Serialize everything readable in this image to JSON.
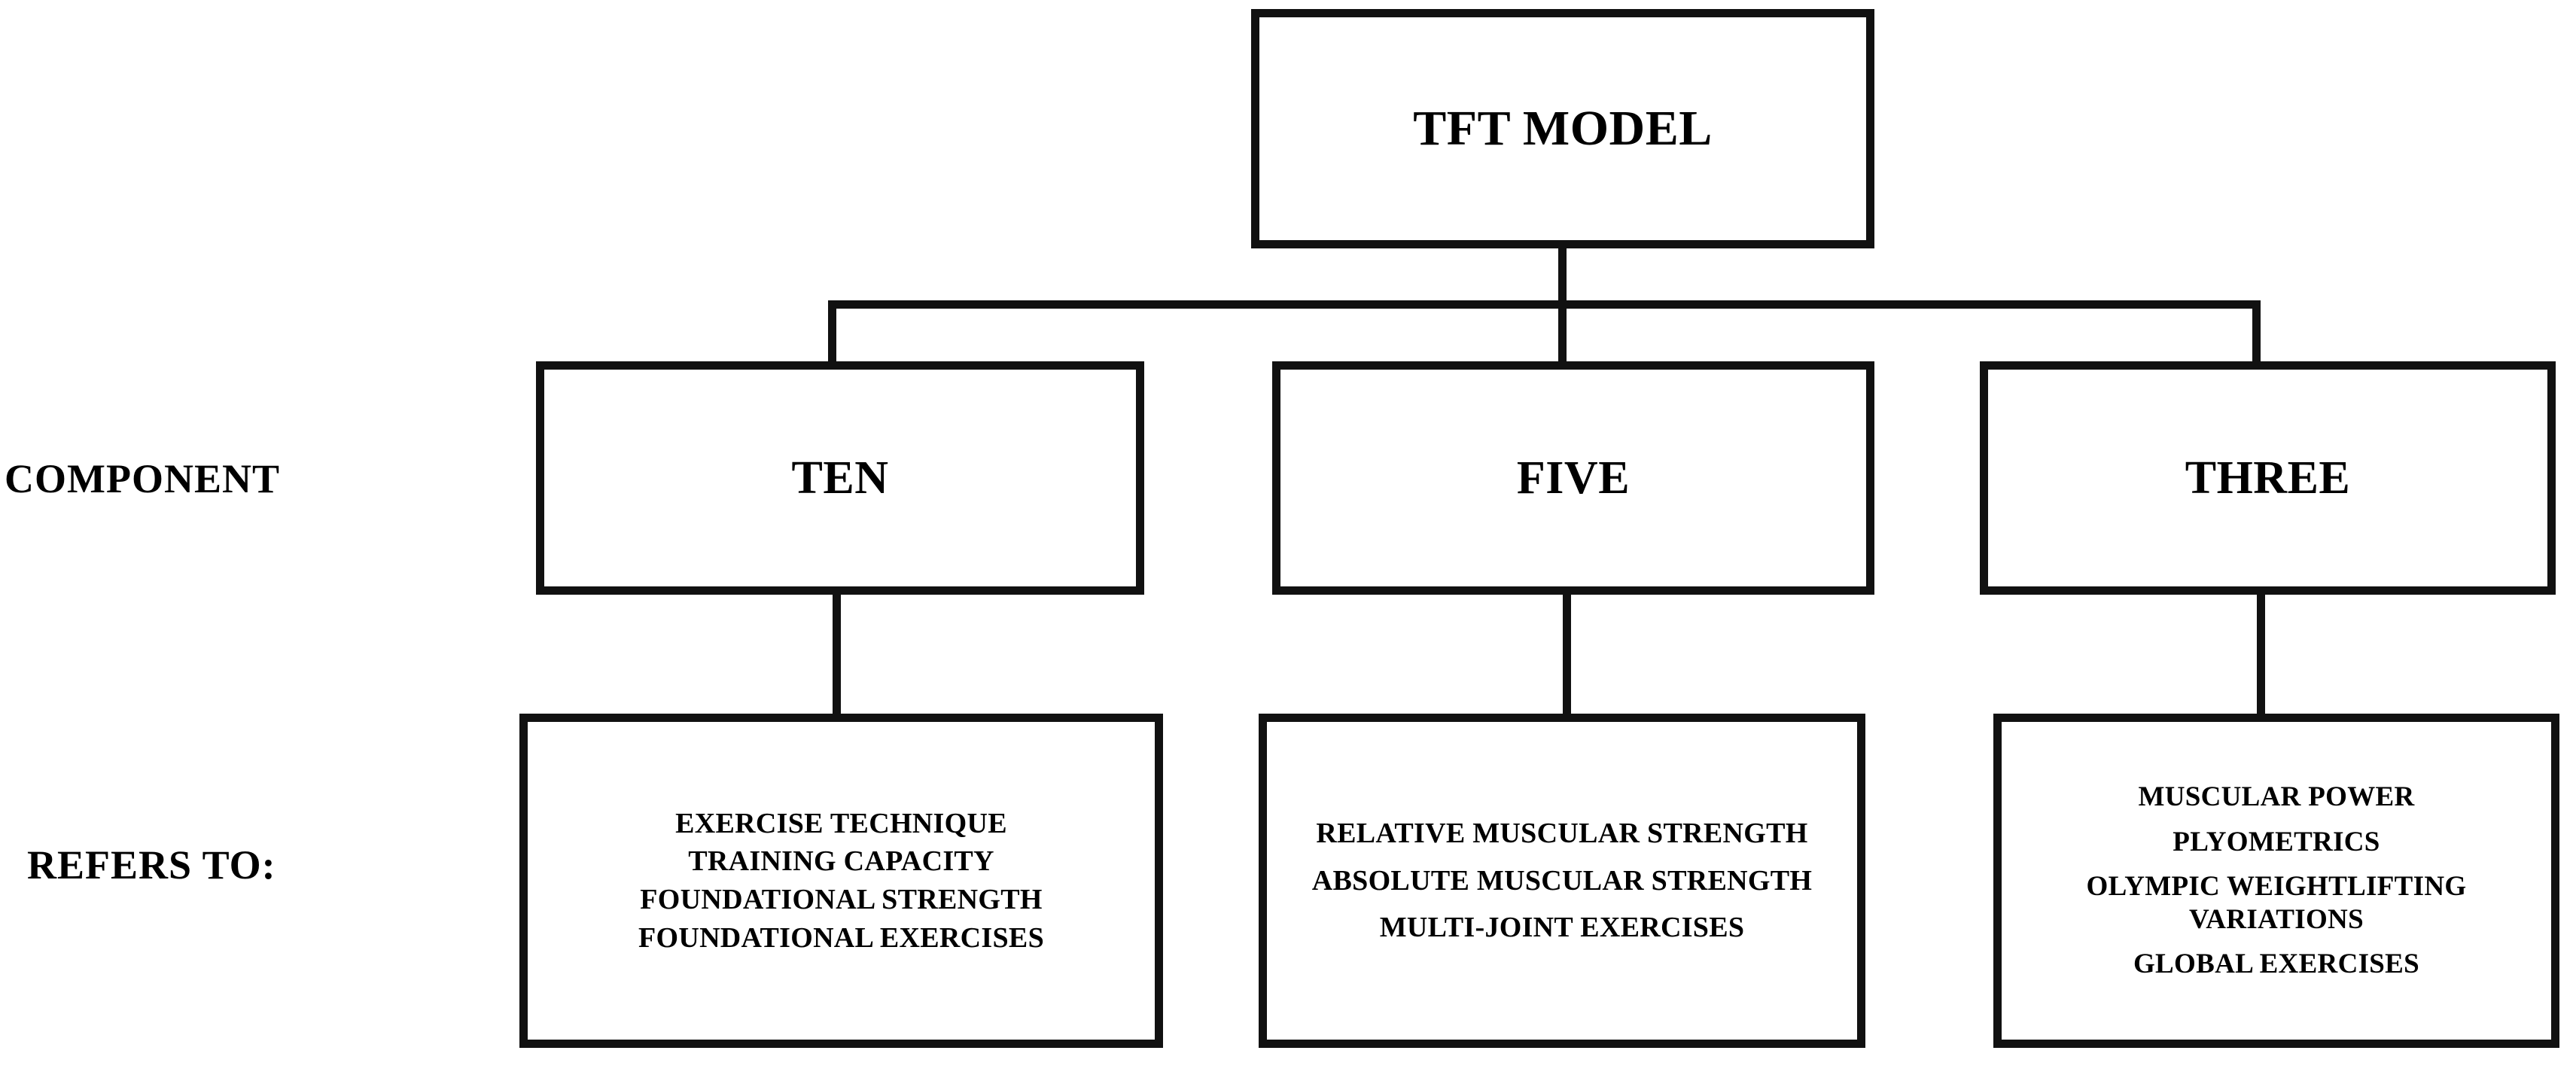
{
  "diagram": {
    "root": {
      "label": "TFT MODEL"
    },
    "row_labels": {
      "component": "COMPONENT",
      "refers_to": "REFERS TO:"
    },
    "components": [
      {
        "label": "TEN",
        "details": [
          "EXERCISE TECHNIQUE",
          "TRAINING CAPACITY",
          "FOUNDATIONAL STRENGTH",
          "FOUNDATIONAL EXERCISES"
        ]
      },
      {
        "label": "FIVE",
        "details": [
          "RELATIVE MUSCULAR STRENGTH",
          "ABSOLUTE MUSCULAR STRENGTH",
          "MULTI-JOINT EXERCISES"
        ]
      },
      {
        "label": "THREE",
        "details": [
          "MUSCULAR POWER",
          "PLYOMETRICS",
          "OLYMPIC WEIGHTLIFTING VARIATIONS",
          "GLOBAL EXERCISES"
        ]
      }
    ],
    "colors": {
      "background": "#ffffff",
      "stroke": "#111111",
      "text": "#000000"
    }
  }
}
